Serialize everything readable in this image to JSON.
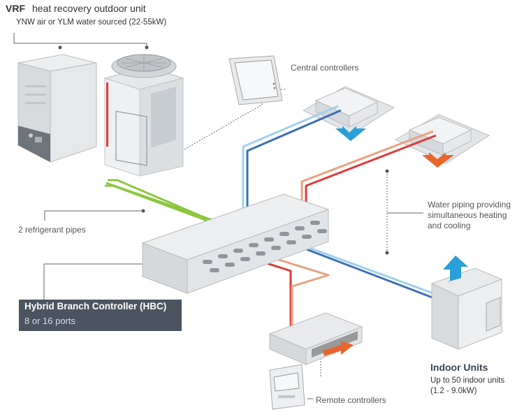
{
  "header": {
    "title_prefix": "VRF",
    "title": "heat recovery outdoor unit",
    "subtitle": "YNW air or YLM water sourced (22-55kW)"
  },
  "labels": {
    "central_controllers": "Central controllers",
    "water_piping_line1": "Water piping providing",
    "water_piping_line2": "simultaneous heating",
    "water_piping_line3": "and cooling",
    "refrigerant_pipes": "2 refrigerant pipes",
    "hbc_title": "Hybrid Branch Controller (HBC)",
    "hbc_ports": "8 or 16 ports",
    "indoor_units_title": "Indoor Units",
    "indoor_units_line1": "Up to 50 indoor units",
    "indoor_units_line2": "(1.2 - 9.0kW)",
    "remote_controllers": "Remote controllers"
  },
  "colors": {
    "refrigerant_pipe": "#8cc63f",
    "hot_pipe": "#e03a3a",
    "warm_pipe": "#eaa07e",
    "cold_pipe": "#3d6fb6",
    "cool_pipe": "#9fd0ee",
    "heating_arrow": "#e8652e",
    "cooling_arrow": "#2a9fd8",
    "hbc_box": "#4a5560"
  }
}
